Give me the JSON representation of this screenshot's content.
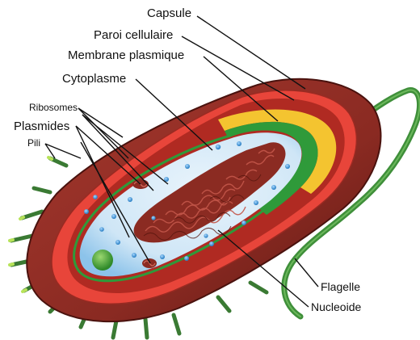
{
  "labels": {
    "capsule": "Capsule",
    "paroi": "Paroi cellulaire",
    "membrane": "Membrane plasmique",
    "cytoplasme": "Cytoplasme",
    "ribosomes": "Ribosomes",
    "plasmides": "Plasmides",
    "pili": "Pili",
    "flagelle": "Flagelle",
    "nucleoide": "Nucleoide"
  },
  "colors": {
    "capsule": "#8a2a22",
    "capsule_edge": "#5e1813",
    "wall": "#e8453a",
    "membrane_green": "#2f9a3a",
    "membrane_yellow": "#f4c430",
    "cytoplasm": "#cfe6f6",
    "cytoplasm_deep": "#6fb3e6",
    "nucleoid": "#8b2b22",
    "flagellum": "#3f8f3a",
    "pilus": "#3a7a33",
    "pilus_tip": "#b8e35a",
    "ribosome": "#3a8fd0",
    "leader_line": "#111111"
  }
}
